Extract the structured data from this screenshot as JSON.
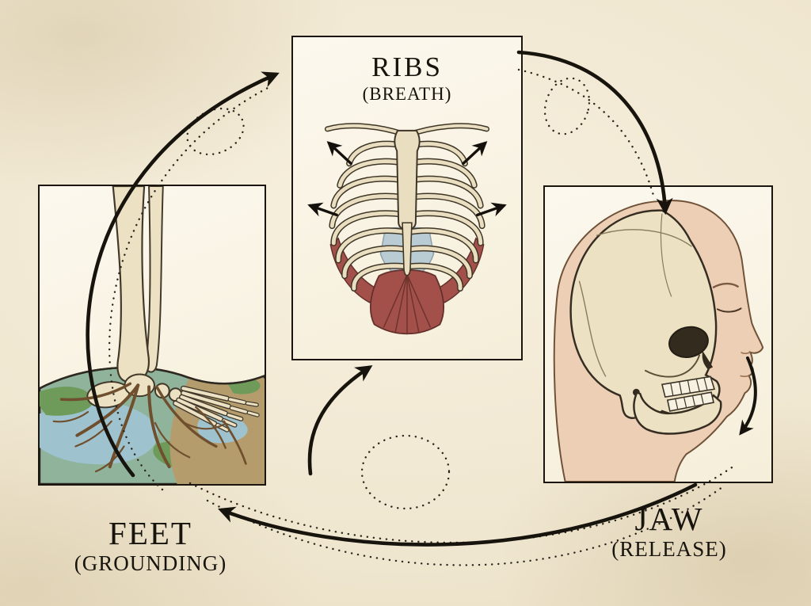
{
  "diagram": {
    "background": "#efe6cf",
    "nodes": {
      "ribs": {
        "label": "RIBS",
        "sublabel": "(BREATH)",
        "illustration": "ribcage-expanding-with-outward-arrows"
      },
      "jaw": {
        "label": "JAW",
        "sublabel": "(RELEASE)",
        "illustration": "skull-profile-over-face-with-downward-release-arrow"
      },
      "feet": {
        "label": "FEET",
        "sublabel": "(GROUNDING)",
        "illustration": "skeletal-foot-rooting-into-earth"
      }
    },
    "cycle": [
      {
        "from": "feet",
        "to": "ribs",
        "style": "solid-arrow"
      },
      {
        "from": "ribs",
        "to": "jaw",
        "style": "solid-arrow"
      },
      {
        "from": "jaw",
        "to": "feet",
        "style": "solid-arrow"
      },
      {
        "from": "feet",
        "to": "ribs",
        "style": "dotted-arc"
      },
      {
        "from": "ribs",
        "to": "jaw",
        "style": "dotted-arc"
      },
      {
        "from": "jaw",
        "to": "feet",
        "style": "dotted-arc"
      }
    ],
    "palette": {
      "panel": "#fbf6ea",
      "outline": "#17130d",
      "bone": "#ece1c2",
      "muscle": "#a3504a",
      "cartilage": "#b9ccd4",
      "skin": "#eccfb4",
      "earth_green": "#6e9a5a",
      "earth_blue": "#9ec3cf",
      "earth_brown": "#b59c6d",
      "roots": "#6f4f2d"
    }
  }
}
